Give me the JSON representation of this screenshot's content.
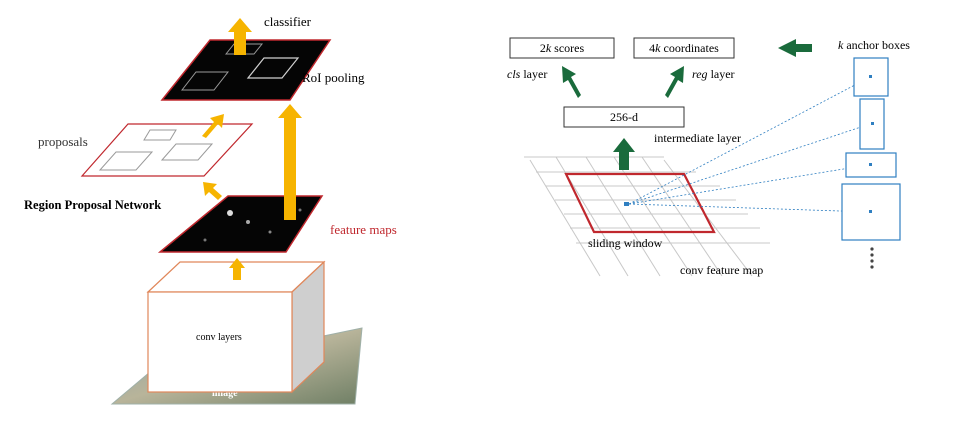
{
  "left_diagram": {
    "classifier_label": "classifier",
    "roi_pooling_label": "RoI pooling",
    "proposals_label": "proposals",
    "rpn_label": "Region Proposal Network",
    "feature_maps_label": "feature maps",
    "conv_layers_label": "conv layers",
    "image_label": "image"
  },
  "right_diagram": {
    "cls_box": {
      "prefix": "2",
      "k": "k",
      "suffix": " scores"
    },
    "reg_box": {
      "prefix": "4",
      "k": "k",
      "suffix": " coordinates"
    },
    "cls_layer": {
      "italic": "cls",
      "rest": " layer"
    },
    "reg_layer": {
      "italic": "reg",
      "rest": " layer"
    },
    "intermediate_box": "256-d",
    "intermediate_label": "intermediate layer",
    "sliding_window_label": "sliding window",
    "feature_map_label": "conv feature map",
    "anchor_header": {
      "k": "k",
      "rest": " anchor boxes"
    }
  },
  "colors": {
    "arrow_yellow": "#f6b400",
    "arrow_green": "#1a6b3c",
    "red": "#c0282e",
    "anchor_blue": "#2f7fc1"
  }
}
